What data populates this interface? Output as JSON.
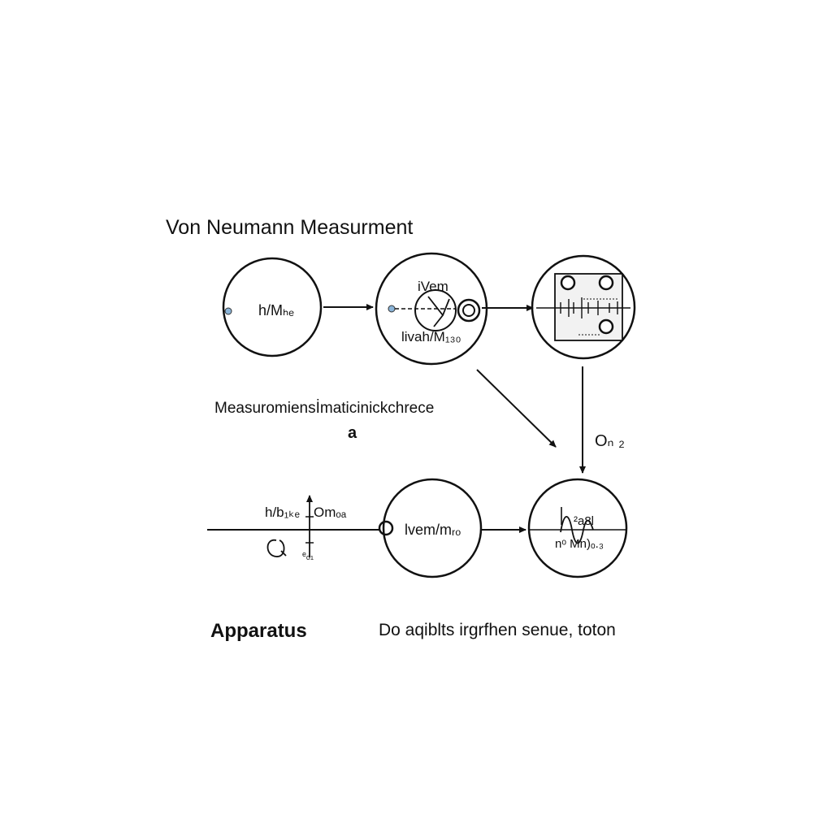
{
  "title": "Von Neumann Measurment",
  "nodes": {
    "n1": {
      "label": "h/Mₕₑ"
    },
    "n2": {
      "top": "iVem",
      "bottom": "livah/M₁₃₀"
    },
    "n4": {
      "label": "lvem/mᵣₒ"
    },
    "n5": {
      "top": "²a8l",
      "bottom": "nᵒ Mn)ₒ.₃"
    }
  },
  "apparatus_labels": {
    "left": "h/b₁ₖₑ",
    "right": "Omₒₐ",
    "bottom": "ᵉₒ₁"
  },
  "middle_caption": "Measuromiensİmaticinickchrece",
  "middle_letter": "a",
  "right_arrow_label": "Oₙ ₂",
  "apparatus_label": "Apparatus",
  "bottom_caption": "Do aqiblts irgrfhen senue, toton",
  "colors": {
    "stroke": "#111111",
    "node_dot": "#8ab4d8",
    "panel": "#f2f2f2"
  }
}
